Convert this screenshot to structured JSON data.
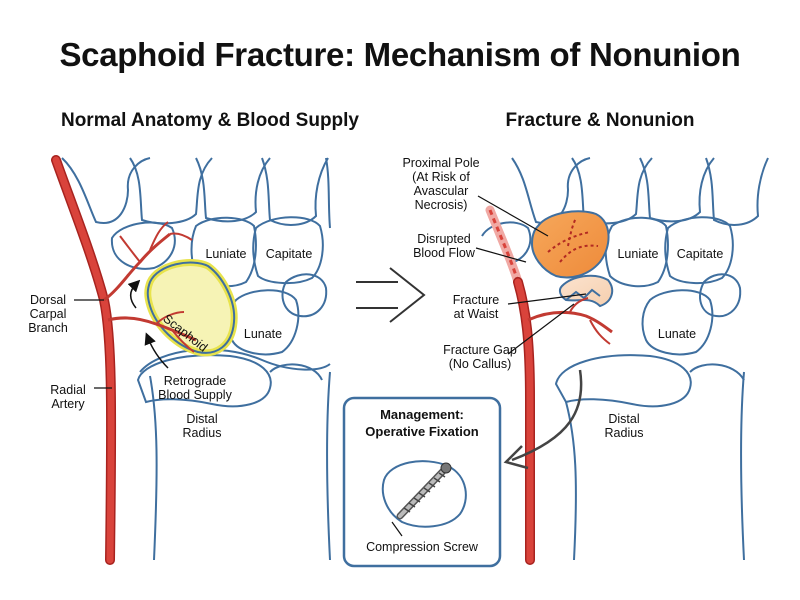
{
  "title": "Scaphoid Fracture: Mechanism of Nonunion",
  "left_panel": {
    "title": "Normal Anatomy & Blood Supply",
    "labels": {
      "lunate_top": "Luniate",
      "capitate": "Capitate",
      "scaphoid": "Scaphoid",
      "lunate": "Lunate",
      "dorsal_carpal_branch": [
        "Dorsal",
        "Carpal",
        "Branch"
      ],
      "radial_artery": [
        "Radial",
        "Artery"
      ],
      "retrograde_blood_supply": [
        "Retrograde",
        "Blood Supply"
      ],
      "distal_radius": [
        "Distal",
        "Radius"
      ]
    }
  },
  "right_panel": {
    "title": "Fracture & Nonunion",
    "labels": {
      "proximal_pole": [
        "Proximal Pole",
        "(At Risk of",
        "Avascular",
        "Necrosis)"
      ],
      "disrupted_blood_flow": [
        "Disrupted",
        "Blood Flow"
      ],
      "fracture_at_waist": [
        "Fracture",
        "at Waist"
      ],
      "fracture_gap": [
        "Fracture Gap",
        "(No Callus)"
      ],
      "lunate_top": "Luniate",
      "capitate": "Capitate",
      "lunate": "Lunate",
      "distal_radius": [
        "Distal",
        "Radius"
      ]
    }
  },
  "management": {
    "title": [
      "Management:",
      "Operative Fixation"
    ],
    "screw_label": "Compression Screw"
  },
  "colors": {
    "bone_outline": "#3f6f9f",
    "artery": "#d9433b",
    "artery_dark": "#a8231f",
    "scaphoid_highlight": "#f3f09a",
    "proximal_pole": "#f39c4a",
    "box_border": "#3f6f9f"
  }
}
